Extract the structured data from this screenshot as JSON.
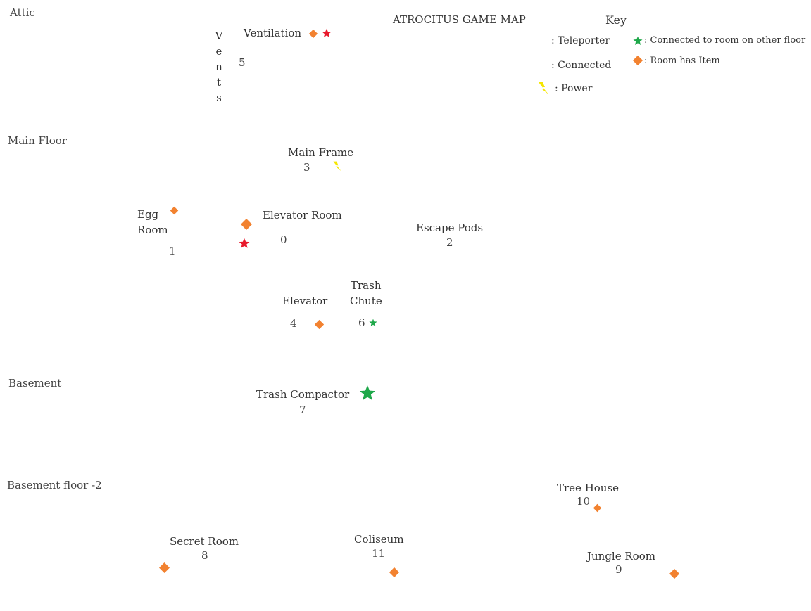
{
  "title": "ATROCITUS GAME MAP",
  "colors": {
    "text": "#333333",
    "item_diamond": "#f28230",
    "teleporter_star": "#e8192c",
    "other_floor_star": "#1fa84a",
    "power": "#f5e600"
  },
  "key": {
    "heading": "Key",
    "teleporter": ": Teleporter",
    "connected": ": Connected",
    "power": ": Power",
    "other_floor": ": Connected to room on other floor",
    "has_item": ": Room has Item"
  },
  "floors": {
    "attic": "Attic",
    "main": "Main Floor",
    "basement": "Basement",
    "basement2": "Basement floor -2"
  },
  "vents": [
    "V",
    "e",
    "n",
    "t",
    "s"
  ],
  "rooms": {
    "ventilation": {
      "name": "Ventilation",
      "num": "5"
    },
    "main_frame": {
      "name": "Main Frame",
      "num": "3"
    },
    "egg_room": {
      "name_line1": "Egg",
      "name_line2": "Room",
      "num": "1"
    },
    "elevator_room": {
      "name": "Elevator Room",
      "num": "0"
    },
    "escape_pods": {
      "name": "Escape Pods",
      "num": "2"
    },
    "elevator": {
      "name": "Elevator",
      "num": "4"
    },
    "trash_chute": {
      "name_line1": "Trash",
      "name_line2": "Chute",
      "num": "6"
    },
    "trash_compactor": {
      "name": "Trash Compactor",
      "num": "7"
    },
    "tree_house": {
      "name": "Tree House",
      "num": "10"
    },
    "secret_room": {
      "name": "Secret Room",
      "num": "8"
    },
    "coliseum": {
      "name": "Coliseum",
      "num": "11"
    },
    "jungle_room": {
      "name": "Jungle Room",
      "num": "9"
    }
  }
}
